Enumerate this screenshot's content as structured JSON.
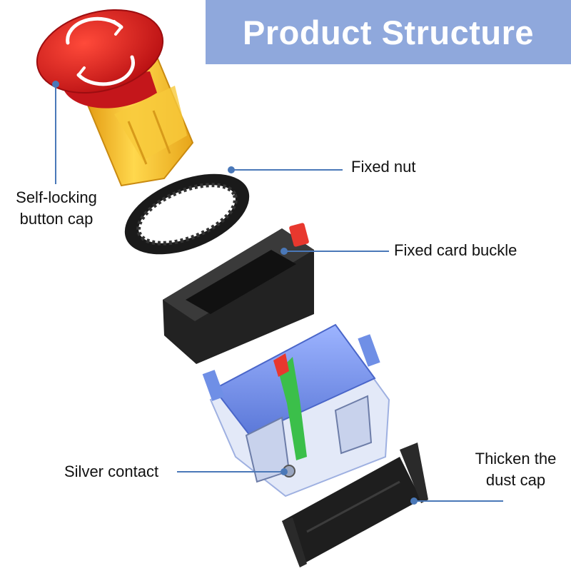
{
  "title": "Product Structure",
  "colors": {
    "banner": "#8fa8dc",
    "leader_line": "#4a78b8",
    "cap_red": "#d91f1f",
    "body_yellow": "#f6c230",
    "housing_black": "#1f1f1f",
    "contact_blue": "#6f8fe6",
    "plunger_green": "#3bbf4a",
    "buckle_red": "#e8382e"
  },
  "labels": {
    "self_locking_line1": "Self-locking",
    "self_locking_line2": "button cap",
    "fixed_nut": "Fixed nut",
    "fixed_card_buckle": "Fixed card buckle",
    "silver_contact": "Silver contact",
    "dust_cap_line1": "Thicken the",
    "dust_cap_line2": "dust cap"
  },
  "icons": [
    "rotation-arrows-icon"
  ]
}
